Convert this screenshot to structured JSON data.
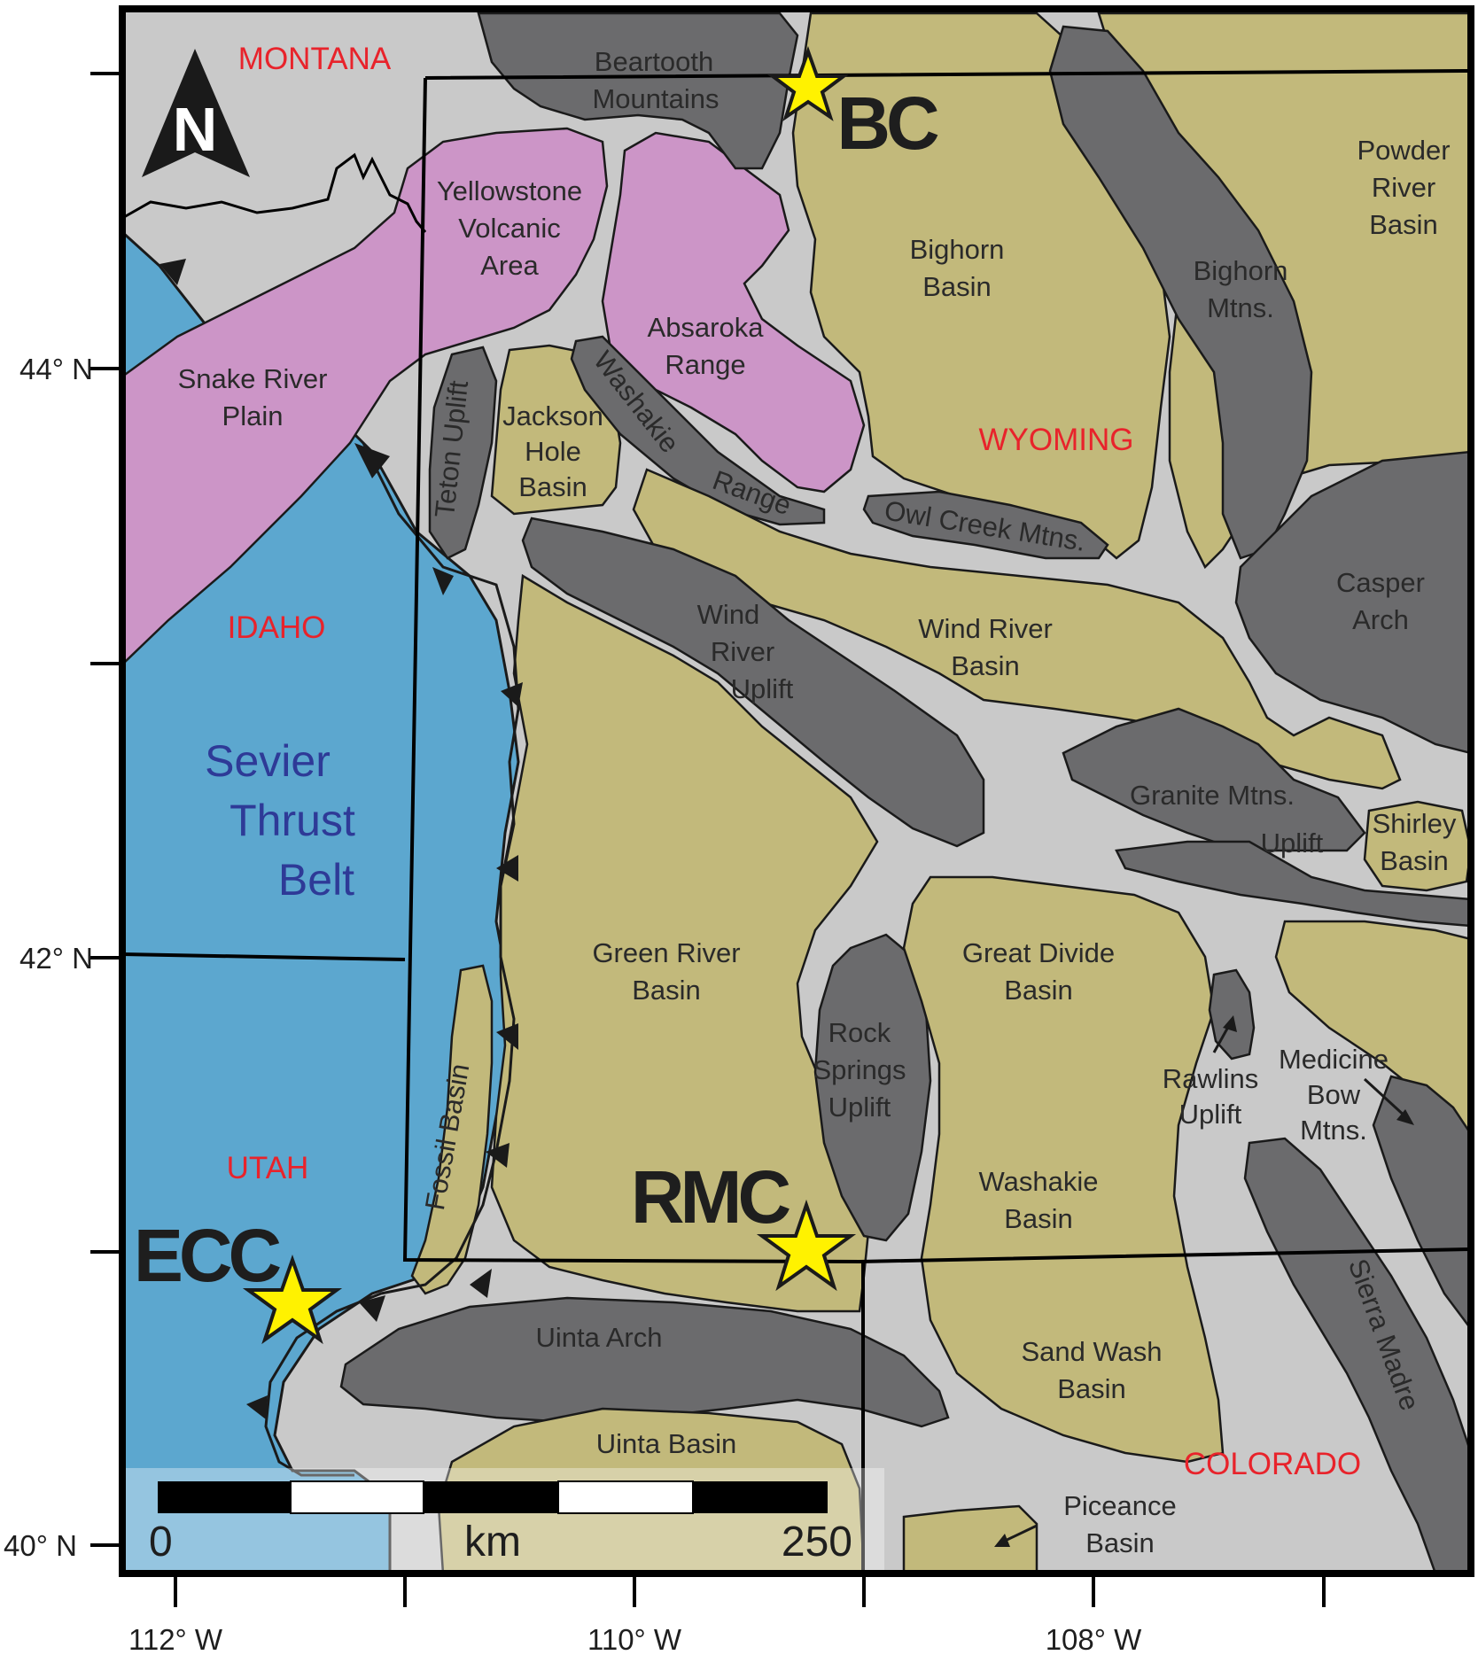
{
  "latitude_labels": [
    "44° N",
    "42° N",
    "40° N"
  ],
  "longitude_labels": [
    "112° W",
    "110° W",
    "108° W"
  ],
  "north_arrow": "N",
  "states": {
    "montana": "MONTANA",
    "idaho": "IDAHO",
    "wyoming": "WYOMING",
    "utah": "UTAH",
    "colorado": "COLORADO"
  },
  "sites": {
    "bc": "BC",
    "rmc": "RMC",
    "ecc": "ECC"
  },
  "sevier": [
    "Sevier",
    "Thrust",
    "Belt"
  ],
  "features": {
    "beartooth": [
      "Beartooth",
      "Mountains"
    ],
    "yellowstone": [
      "Yellowstone",
      "Volcanic",
      "Area"
    ],
    "absaroka": [
      "Absaroka",
      "Range"
    ],
    "bighorn_basin": [
      "Bighorn",
      "Basin"
    ],
    "bighorn_mtns": [
      "Bighorn",
      "Mtns."
    ],
    "powder_river": [
      "Powder",
      "River",
      "Basin"
    ],
    "snake_river": [
      "Snake River",
      "Plain"
    ],
    "teton": "Teton Uplift",
    "jackson_hole": [
      "Jackson",
      "Hole",
      "Basin"
    ],
    "washakie_range": [
      "Washakie",
      "Range"
    ],
    "owl_creek": "Owl Creek Mtns.",
    "casper_arch": [
      "Casper",
      "Arch"
    ],
    "wind_river_uplift": [
      "Wind",
      "River",
      "Uplift"
    ],
    "wind_river_basin": [
      "Wind River",
      "Basin"
    ],
    "granite_mtns": [
      "Granite Mtns.",
      "Uplift"
    ],
    "shirley": [
      "Shirley",
      "Basin"
    ],
    "green_river": [
      "Green River",
      "Basin"
    ],
    "great_divide": [
      "Great Divide",
      "Basin"
    ],
    "rock_springs": [
      "Rock",
      "Springs",
      "Uplift"
    ],
    "rawlins": [
      "Rawlins",
      "Uplift"
    ],
    "medicine_bow": [
      "Medicine",
      "Bow",
      "Mtns."
    ],
    "fossil_basin": "Fossil Basin",
    "washakie_basin": [
      "Washakie",
      "Basin"
    ],
    "uinta_arch": "Uinta Arch",
    "sand_wash": [
      "Sand Wash",
      "Basin"
    ],
    "sierra_madre": "Sierra Madre",
    "uinta_basin": "Uinta Basin",
    "piceance": [
      "Piceance",
      "Basin"
    ]
  },
  "scale_bar": {
    "start": "0",
    "unit": "km",
    "end": "250"
  },
  "colors": {
    "basin": "#c2b97b",
    "uplift": "#6b6b6d",
    "volcanic": "#cc95c7",
    "thrust_belt": "#5ca7cf",
    "background": "#c9c9c9",
    "state_label": "#e8232b",
    "site_star": "#fff200"
  }
}
